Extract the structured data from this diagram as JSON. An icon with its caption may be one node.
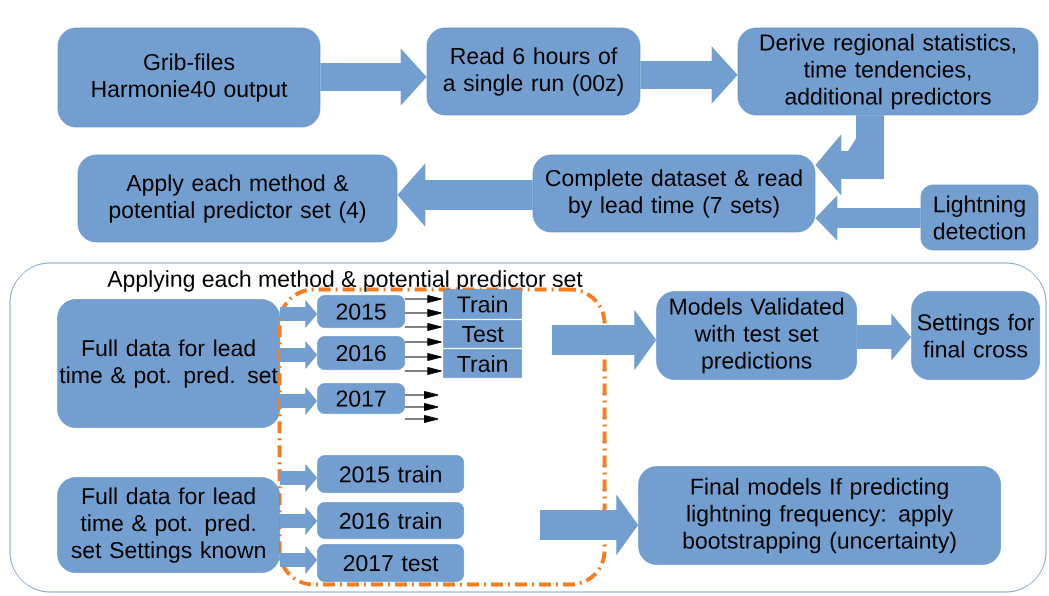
{
  "diagram": {
    "nodes": [
      {
        "text": [
          "Grib-files Harmonie40 output"
        ]
      },
      {
        "text": [
          "Read 6 hours of a single run (00z)"
        ]
      },
      {
        "text": [
          "Derive regional statistics, time tendencies, additional predictors"
        ]
      },
      {
        "text": [
          "Apply each method & potential predictor set (4)"
        ]
      },
      {
        "text": [
          "Complete dataset & read by lead time (7 sets)"
        ]
      },
      {
        "text": [
          "Lightning detection"
        ]
      },
      {
        "text": [
          "Applying each method & potential predictor set"
        ]
      },
      {
        "text": [
          "Full data for lead time & pot. pred. set"
        ],
        "in": 6
      },
      {
        "text": [],
        "shape": "box",
        "in": 6
      },
      {
        "text": [
          "2015"
        ],
        "in": 8
      },
      {
        "text": [
          "2016"
        ],
        "in": 8
      },
      {
        "text": [
          "2017"
        ],
        "in": 8
      },
      {
        "text": [
          "Train"
        ],
        "in": 8
      },
      {
        "text": [
          "Test"
        ],
        "in": 8
      },
      {
        "text": [
          "Train"
        ],
        "in": 8
      },
      {
        "text": [
          "Models Validated with test set predictions"
        ],
        "in": 6
      },
      {
        "text": [
          "Settings for final cross"
        ],
        "in": 6
      },
      {
        "text": [
          "Full data for lead time & pot. pred. set Settings known"
        ],
        "in": 6
      },
      {
        "text": [
          "2015 train"
        ],
        "in": 8
      },
      {
        "text": [
          "2016 train"
        ],
        "in": 8
      },
      {
        "text": [
          "2017 test"
        ],
        "in": 8
      },
      {
        "text": [
          "Final models If predicting lightning frequency: apply bootstrapping (uncertainty)"
        ],
        "in": 6
      }
    ],
    "edges": [
      {
        "from": 0,
        "to": 1,
        "arrow": "to",
        "style": "thick"
      },
      {
        "from": 1,
        "to": 2,
        "arrow": "to",
        "style": "thick"
      },
      {
        "from": 2,
        "to": 4,
        "arrow": "to",
        "style": "thick"
      },
      {
        "from": 4,
        "to": 3,
        "arrow": "to",
        "style": "thick"
      },
      {
        "from": 5,
        "to": 4,
        "arrow": "to"
      },
      {
        "from": 7,
        "to": 9,
        "arrow": "to"
      },
      {
        "from": 7,
        "to": 10,
        "arrow": "to"
      },
      {
        "from": 7,
        "to": 11,
        "arrow": "to"
      },
      {
        "from": 9,
        "to": 12,
        "arrow": "to",
        "color": "#000000"
      },
      {
        "from": 9,
        "to": 12,
        "arrow": "to",
        "color": "#000000"
      },
      {
        "from": 9,
        "to": 13,
        "arrow": "to",
        "color": "#000000"
      },
      {
        "from": 10,
        "to": 13,
        "arrow": "to",
        "color": "#000000"
      },
      {
        "from": 10,
        "to": 14,
        "arrow": "to",
        "color": "#000000"
      },
      {
        "from": 10,
        "to": 14,
        "arrow": "to",
        "color": "#000000"
      },
      {
        "from": 11,
        "to": null,
        "arrow": "to",
        "color": "#000000"
      },
      {
        "from": 11,
        "to": null,
        "arrow": "to",
        "color": "#000000"
      },
      {
        "from": 11,
        "to": null,
        "arrow": "to",
        "color": "#000000"
      },
      {
        "from": null,
        "to": 15,
        "arrow": "to",
        "style": "thick"
      },
      {
        "from": 15,
        "to": 16,
        "arrow": "to"
      },
      {
        "from": 17,
        "to": 18,
        "arrow": "to"
      },
      {
        "from": 17,
        "to": 19,
        "arrow": "to"
      },
      {
        "from": 17,
        "to": 20,
        "arrow": "to"
      },
      {
        "from": null,
        "to": 21,
        "arrow": "to",
        "style": "thick"
      }
    ]
  }
}
